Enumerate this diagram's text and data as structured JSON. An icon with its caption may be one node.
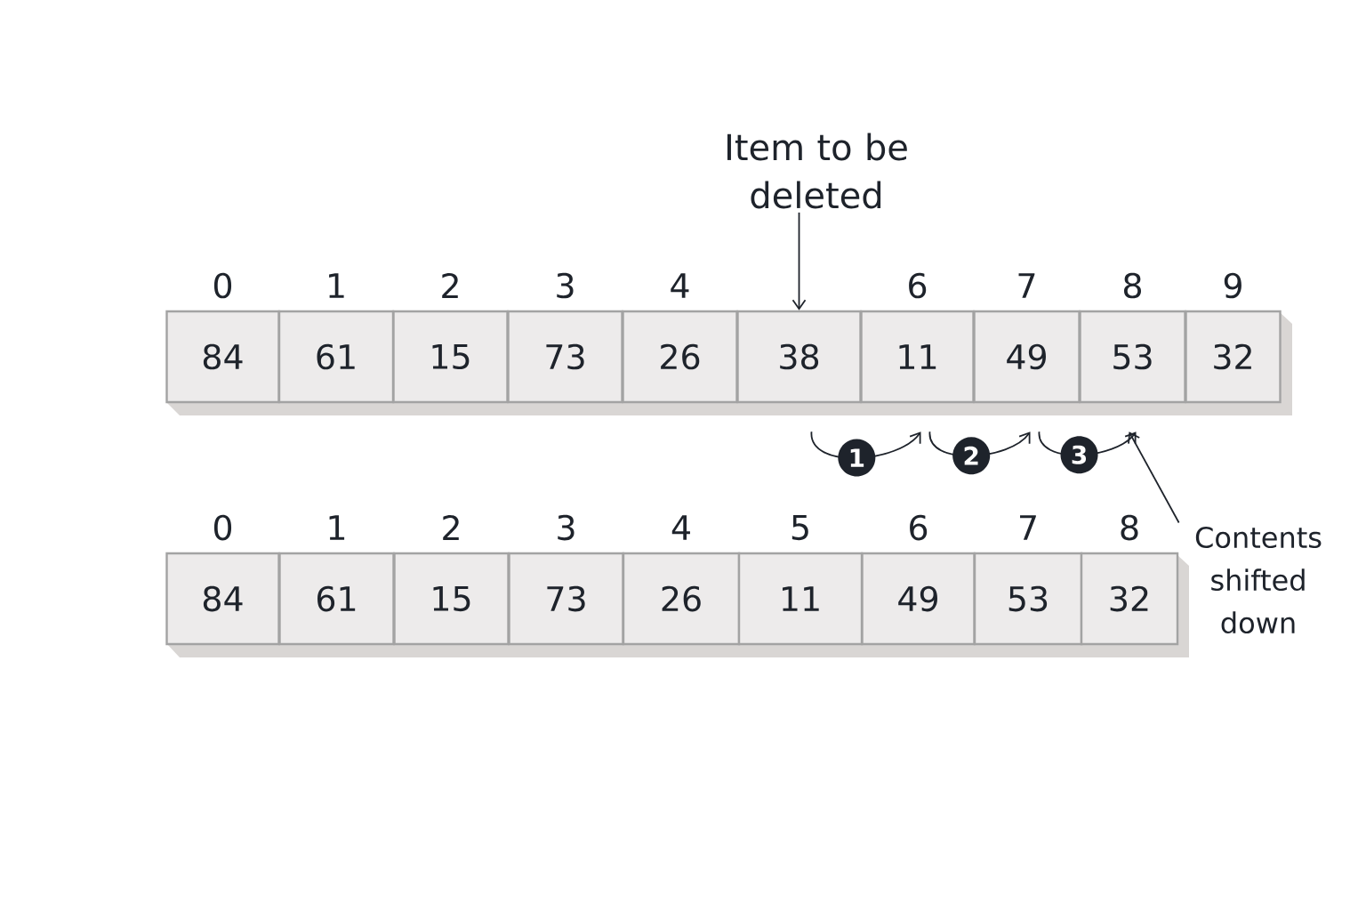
{
  "diagram": {
    "nodes": [
      {
        "text": [
          "Item to be deleted"
        ]
      },
      {
        "text": [
          "84"
        ],
        "beside": [
          "0"
        ]
      },
      {
        "text": [
          "61"
        ],
        "beside": [
          "1"
        ]
      },
      {
        "text": [
          "15"
        ],
        "beside": [
          "2"
        ]
      },
      {
        "text": [
          "73"
        ],
        "beside": [
          "3"
        ]
      },
      {
        "text": [
          "26"
        ],
        "beside": [
          "4"
        ]
      },
      {
        "text": [
          "38"
        ]
      },
      {
        "text": [
          "11"
        ],
        "beside": [
          "6"
        ]
      },
      {
        "text": [
          "49"
        ],
        "beside": [
          "7"
        ]
      },
      {
        "text": [
          "53"
        ],
        "beside": [
          "8"
        ]
      },
      {
        "text": [
          "32"
        ],
        "beside": [
          "9"
        ]
      },
      {
        "text": [
          "84"
        ],
        "beside": [
          "0"
        ]
      },
      {
        "text": [
          "61"
        ],
        "beside": [
          "1"
        ]
      },
      {
        "text": [
          "15"
        ],
        "beside": [
          "2"
        ]
      },
      {
        "text": [
          "73"
        ],
        "beside": [
          "3"
        ]
      },
      {
        "text": [
          "26"
        ],
        "beside": [
          "4"
        ]
      },
      {
        "text": [
          "11"
        ],
        "beside": [
          "5"
        ]
      },
      {
        "text": [
          "49"
        ],
        "beside": [
          "6"
        ]
      },
      {
        "text": [
          "53"
        ],
        "beside": [
          "7"
        ]
      },
      {
        "text": [
          "32"
        ],
        "beside": [
          "8"
        ]
      },
      {
        "text": [
          "Contents shifted down"
        ]
      }
    ],
    "edges": [
      {
        "from": 0,
        "to": 6,
        "arrow": "to"
      },
      {
        "from": 6,
        "to": 7,
        "arrow": "to",
        "label": "1"
      },
      {
        "from": 7,
        "to": 8,
        "arrow": "to",
        "label": "2"
      },
      {
        "from": 8,
        "to": 9,
        "arrow": "to",
        "label": "3"
      },
      {
        "from": 20,
        "to": 9,
        "arrow": "to"
      }
    ]
  }
}
